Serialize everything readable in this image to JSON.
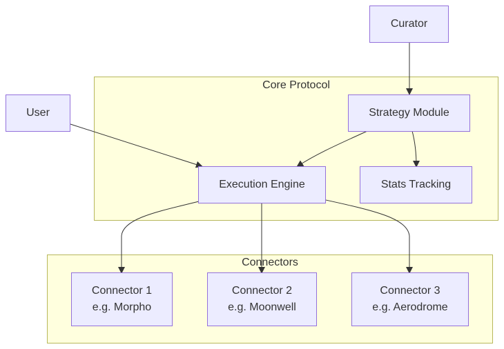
{
  "clusters": {
    "core": {
      "label": "Core Protocol"
    },
    "connectors": {
      "label": "Connectors"
    }
  },
  "nodes": {
    "curator": {
      "label": "Curator"
    },
    "user": {
      "label": "User"
    },
    "strategy": {
      "label": "Strategy Module"
    },
    "execution": {
      "label": "Execution Engine"
    },
    "stats": {
      "label": "Stats Tracking"
    },
    "connector1": {
      "line1": "Connector 1",
      "line2": "e.g. Morpho"
    },
    "connector2": {
      "line1": "Connector 2",
      "line2": "e.g. Moonwell"
    },
    "connector3": {
      "line1": "Connector 3",
      "line2": "e.g. Aerodrome"
    }
  },
  "edges": [
    {
      "from": "curator",
      "to": "strategy"
    },
    {
      "from": "user",
      "to": "execution"
    },
    {
      "from": "strategy",
      "to": "execution"
    },
    {
      "from": "strategy",
      "to": "stats"
    },
    {
      "from": "execution",
      "to": "connector1"
    },
    {
      "from": "execution",
      "to": "connector2"
    },
    {
      "from": "execution",
      "to": "connector3"
    }
  ],
  "colors": {
    "node_fill": "#ececff",
    "node_stroke": "#9370db",
    "cluster_fill": "#ffffde",
    "cluster_stroke": "#b7b75b",
    "edge": "#333333"
  }
}
